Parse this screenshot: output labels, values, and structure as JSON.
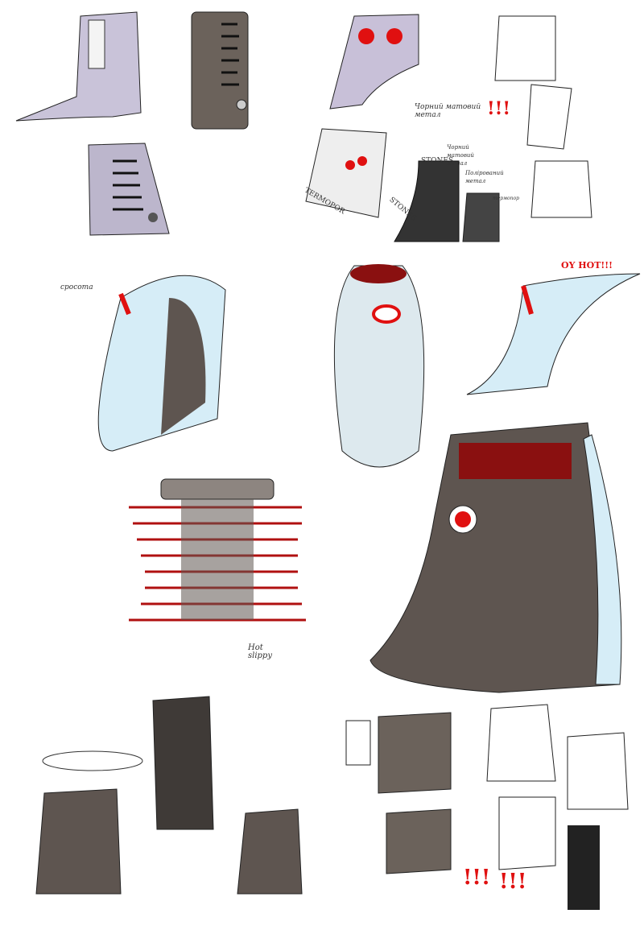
{
  "sheet": {
    "annotations": {
      "black_matte_metal_1": "Чорний матовий метал",
      "exclaim_1": "!!!",
      "stones_1": "STONES",
      "black_matte_metal_2": "Чорний матовий метал",
      "polished_metal": "Полірований метал",
      "stones_2": "STONES",
      "termopor": "TERMOPOR",
      "termopor_small": "термопор",
      "left_label": "сросота",
      "oy_hot": "OY HOT!!!",
      "hot_slippy": "Hot slippy",
      "exclaim_2": "!!!",
      "exclaim_3": "!!!"
    },
    "colors": {
      "ink": "#2a2a2a",
      "marker_grey": "#5e5550",
      "marker_blue": "#cfe6f2",
      "accent_red": "#e01010"
    }
  }
}
